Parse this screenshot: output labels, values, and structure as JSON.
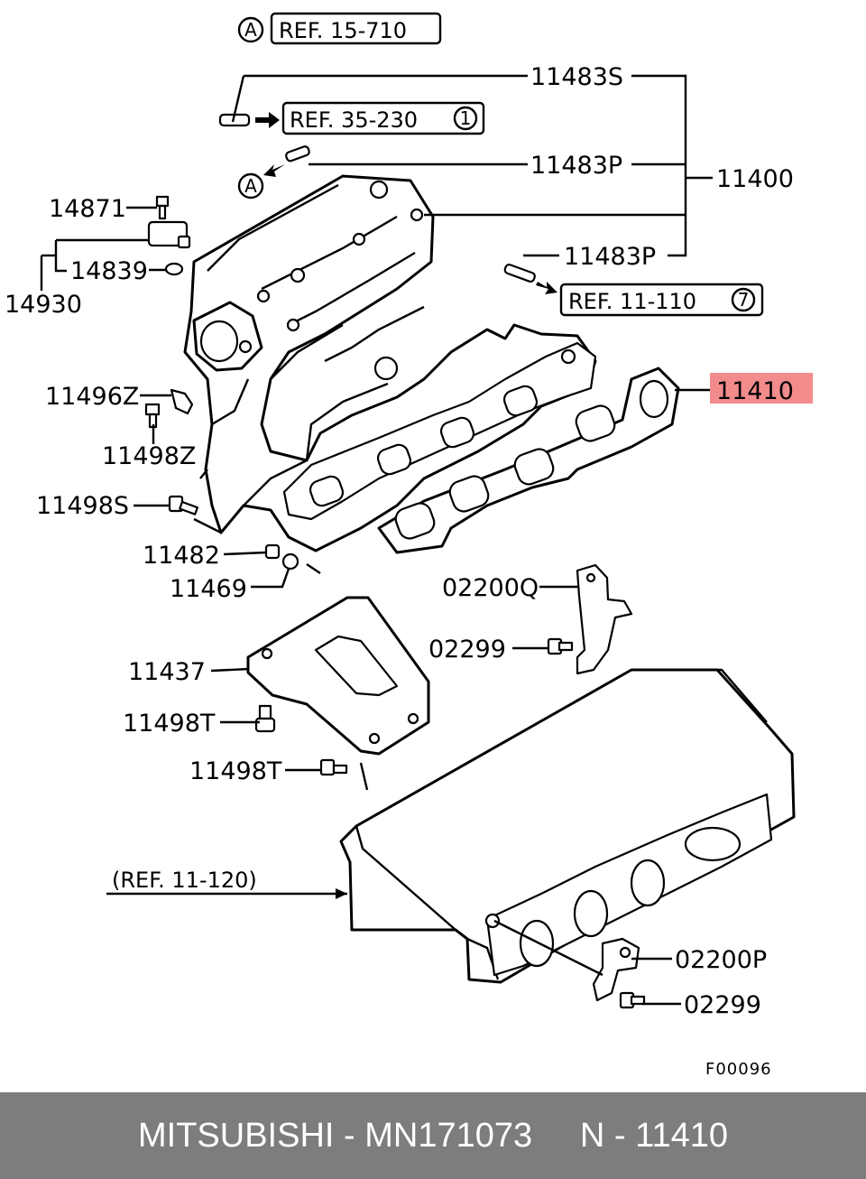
{
  "callouts": {
    "ref_a_top": "A",
    "ref_15_710": "REF. 15-710",
    "part_11483s": "11483S",
    "ref_35_230": "REF. 35-230",
    "ref_35_230_circle": "1",
    "part_11483p_upper": "11483P",
    "ref_a_arrow": "A",
    "part_11400": "11400",
    "part_14871": "14871",
    "part_14839": "14839",
    "part_14930": "14930",
    "part_11483p_lower": "11483P",
    "ref_11_110": "REF. 11-110",
    "ref_11_110_circle": "7",
    "part_11410": "11410",
    "part_11496z": "11496Z",
    "part_11498z": "11498Z",
    "part_11498s": "11498S",
    "part_11482": "11482",
    "part_11469": "11469",
    "part_02200q": "02200Q",
    "part_02299_upper": "02299",
    "part_11437": "11437",
    "part_11498t_upper": "11498T",
    "part_11498t_lower": "11498T",
    "ref_11_120": "(REF. 11-120)",
    "part_02200p": "02200P",
    "part_02299_lower": "02299",
    "figure_code": "F00096"
  },
  "highlight": {
    "color": "#f28b8b"
  },
  "footer": {
    "caption": "MITSUBISHI - MN171073     N - 11410",
    "background": "#7d7d7d"
  }
}
